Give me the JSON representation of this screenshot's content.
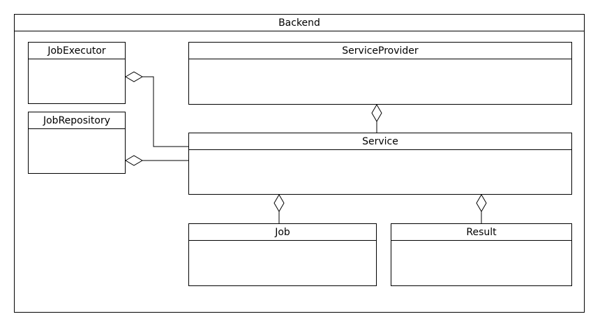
{
  "package": {
    "name": "Backend"
  },
  "classes": {
    "job_executor": "JobExecutor",
    "job_repository": "JobRepository",
    "service_provider": "ServiceProvider",
    "service": "Service",
    "job": "Job",
    "result": "Result"
  }
}
